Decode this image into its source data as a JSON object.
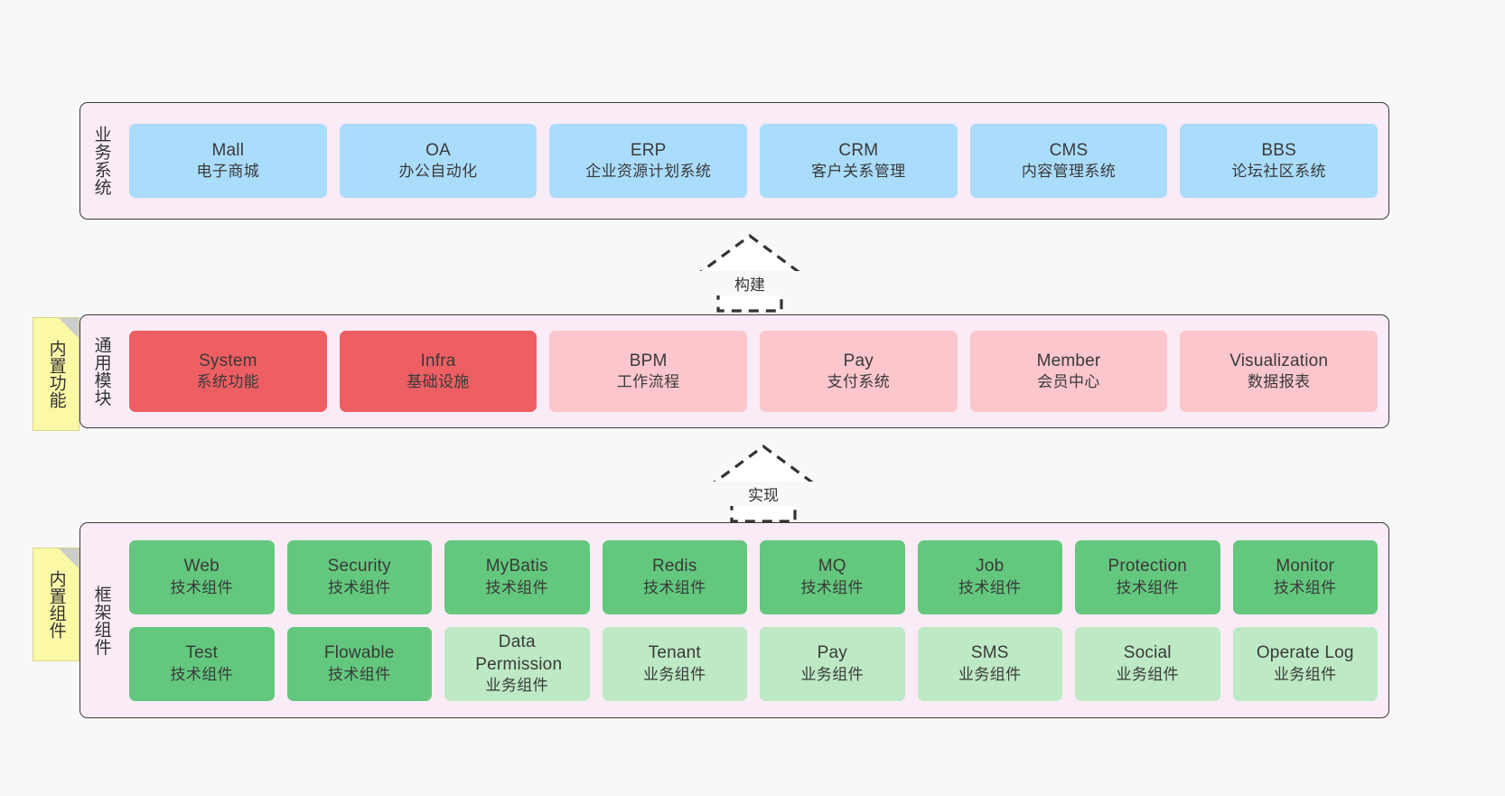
{
  "diagram": {
    "background_color": "#f8f8f8",
    "layer_fill": "#f9ecf6",
    "layer_border": "#3b3b3b",
    "note_fill": "#fbf9a6"
  },
  "layers": [
    {
      "title": "业务系统",
      "accent": "#aadcfb",
      "rows": [
        [
          {
            "en": "Mall",
            "cn": "电子商城",
            "style": "blue"
          },
          {
            "en": "OA",
            "cn": "办公自动化",
            "style": "blue"
          },
          {
            "en": "ERP",
            "cn": "企业资源计划系统",
            "style": "blue"
          },
          {
            "en": "CRM",
            "cn": "客户关系管理",
            "style": "blue"
          },
          {
            "en": "CMS",
            "cn": "内容管理系统",
            "style": "blue"
          },
          {
            "en": "BBS",
            "cn": "论坛社区系统",
            "style": "blue"
          }
        ]
      ]
    },
    {
      "title": "通用模块",
      "accent": "#ee5f63",
      "note": "内置功能",
      "rows": [
        [
          {
            "en": "System",
            "cn": "系统功能",
            "style": "red"
          },
          {
            "en": "Infra",
            "cn": "基础设施",
            "style": "red"
          },
          {
            "en": "BPM",
            "cn": "工作流程",
            "style": "pink"
          },
          {
            "en": "Pay",
            "cn": "支付系统",
            "style": "pink"
          },
          {
            "en": "Member",
            "cn": "会员中心",
            "style": "pink"
          },
          {
            "en": "Visualization",
            "cn": "数据报表",
            "style": "pink"
          }
        ]
      ]
    },
    {
      "title": "框架组件",
      "accent": "#63c87d",
      "note": "内置组件",
      "rows": [
        [
          {
            "en": "Web",
            "cn": "技术组件",
            "style": "green"
          },
          {
            "en": "Security",
            "cn": "技术组件",
            "style": "green"
          },
          {
            "en": "MyBatis",
            "cn": "技术组件",
            "style": "green"
          },
          {
            "en": "Redis",
            "cn": "技术组件",
            "style": "green"
          },
          {
            "en": "MQ",
            "cn": "技术组件",
            "style": "green"
          },
          {
            "en": "Job",
            "cn": "技术组件",
            "style": "green"
          },
          {
            "en": "Protection",
            "cn": "技术组件",
            "style": "green"
          },
          {
            "en": "Monitor",
            "cn": "技术组件",
            "style": "green"
          }
        ],
        [
          {
            "en": "Test",
            "cn": "技术组件",
            "style": "green"
          },
          {
            "en": "Flowable",
            "cn": "技术组件",
            "style": "green"
          },
          {
            "en": "Data Permission",
            "cn": "业务组件",
            "style": "lgreen"
          },
          {
            "en": "Tenant",
            "cn": "业务组件",
            "style": "lgreen"
          },
          {
            "en": "Pay",
            "cn": "业务组件",
            "style": "lgreen"
          },
          {
            "en": "SMS",
            "cn": "业务组件",
            "style": "lgreen"
          },
          {
            "en": "Social",
            "cn": "业务组件",
            "style": "lgreen"
          },
          {
            "en": "Operate Log",
            "cn": "业务组件",
            "style": "lgreen"
          }
        ]
      ]
    }
  ],
  "connectors": [
    {
      "label": "构建"
    },
    {
      "label": "实现"
    }
  ]
}
